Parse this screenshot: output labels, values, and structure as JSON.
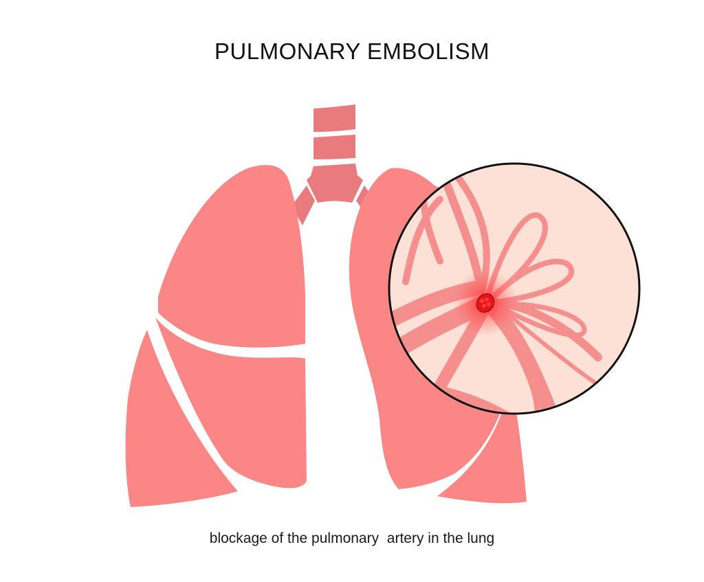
{
  "title": "PULMONARY EMBOLISM",
  "caption": "blockage of the pulmonary  artery in the lung",
  "illustration": {
    "subjects": [
      "trachea",
      "bronchi",
      "left-lung",
      "right-lung",
      "magnified-inset"
    ],
    "inset_detail": "pulmonary artery branches with blood clot",
    "colors": {
      "lung": "#fa8686",
      "trachea": "#e97b7e",
      "inset_background": "#fde0d6",
      "vessel": "#f58b8b",
      "clot": "#e8141c",
      "inset_border": "#111111"
    }
  }
}
